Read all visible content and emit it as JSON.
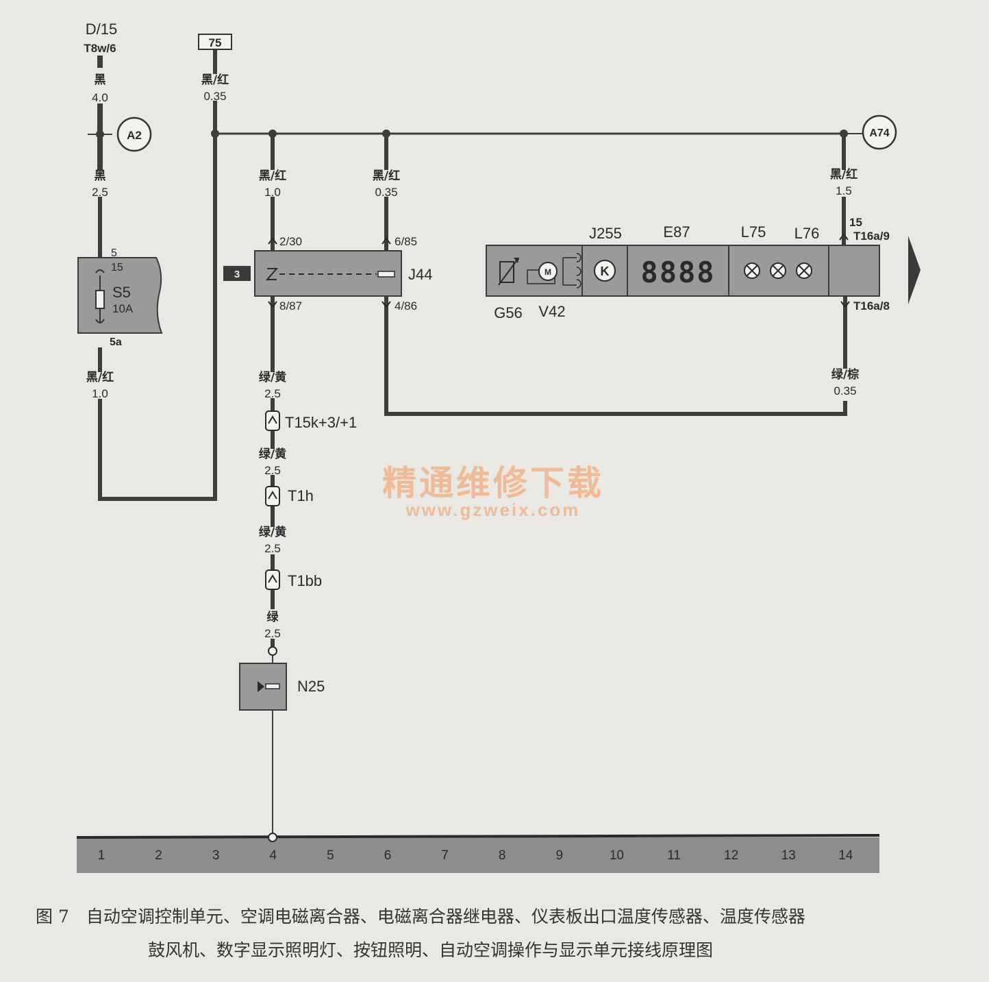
{
  "labels": {
    "d15": "D/15",
    "t8w6": "T8w/6",
    "k75": "75",
    "a2": "A2",
    "a74": "A74",
    "s5": "S5",
    "s5_amp": "10A",
    "pin5": "5",
    "pin15_s5": "15",
    "pin5a": "5a",
    "relay_tag": "3",
    "j44": "J44",
    "p230": "2/30",
    "p687": "6/85",
    "p887": "8/87",
    "p486": "4/86",
    "j255": "J255",
    "e87": "E87",
    "l75": "L75",
    "l76": "L76",
    "g56": "G56",
    "v42": "V42",
    "pin15_r": "15",
    "t16a9": "T16a/9",
    "t16a8": "T16a/8",
    "t15k": "T15k+3/+1",
    "t1h": "T1h",
    "t1bb": "T1bb",
    "n25": "N25",
    "digits": "8888",
    "motor_m": "M",
    "k_sym": "K"
  },
  "wires": {
    "w1_color": "黑",
    "w1_size": "4.0",
    "w2_color": "黑",
    "w2_size": "2.5",
    "w3_color": "黑/红",
    "w3_size": "1.0",
    "w4_color": "黑/红",
    "w4_size": "0.35",
    "w5_color": "黑/红",
    "w5_size": "1.0",
    "w6_color": "黑/红",
    "w6_size": "0.35",
    "w7_color": "黑/红",
    "w7_size": "1.5",
    "w8_color": "绿/黄",
    "w8_size": "2.5",
    "w9_color": "绿/黄",
    "w9_size": "2.5",
    "w10_color": "绿/黄",
    "w10_size": "2.5",
    "w11_color": "绿",
    "w11_size": "2.5",
    "w12_color": "绿/棕",
    "w12_size": "0.35"
  },
  "ground_bar": [
    "1",
    "2",
    "3",
    "4",
    "5",
    "6",
    "7",
    "8",
    "9",
    "10",
    "11",
    "12",
    "13",
    "14"
  ],
  "watermark": {
    "cn": "精通维修下载",
    "url": "www.gzweix.com"
  },
  "caption": {
    "line1": "图 7　自动空调控制单元、空调电磁离合器、电磁离合器继电器、仪表板出口温度传感器、温度传感器",
    "line2": "鼓风机、数字显示照明灯、按钮照明、自动空调操作与显示单元接线原理图"
  },
  "colors": {
    "wire": "#3d3d3d",
    "component_fill": "#9a9a9a",
    "ground_bar": "#8d8d8d",
    "watermark": "#f0b48c"
  }
}
